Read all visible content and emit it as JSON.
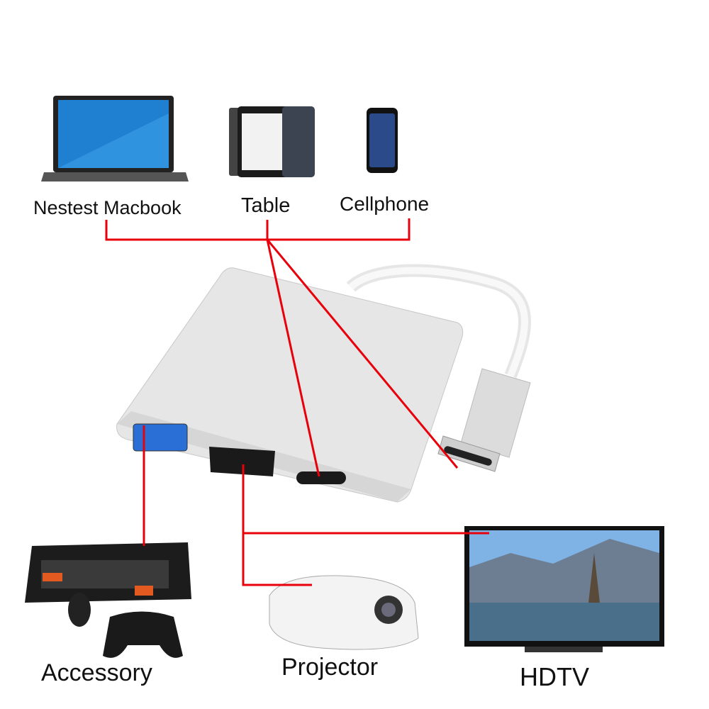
{
  "labels": {
    "laptop": "Nestest Macbook",
    "tablet": "Table",
    "cellphone": "Cellphone",
    "accessory": "Accessory",
    "projector": "Projector",
    "hdtv": "HDTV"
  },
  "colors": {
    "connector_line": "#e8000b",
    "adapter_body": "#e4e4e4",
    "usb_port": "#2a6fd6"
  }
}
